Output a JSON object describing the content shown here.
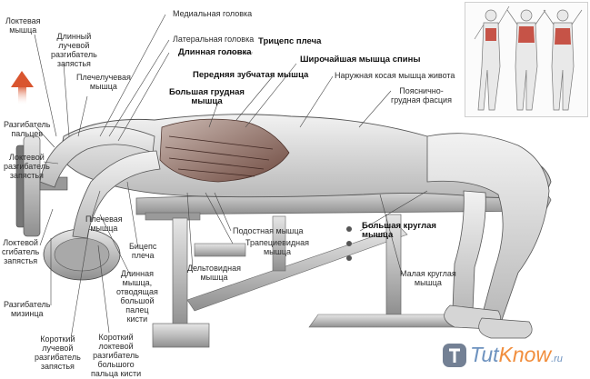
{
  "labels": {
    "medial_head": "Медиальная головка",
    "lateral_head": "Латеральная головка",
    "long_head": "Длинная головка",
    "triceps": "Трицепс плеча",
    "latissimus": "Широчайшая мышца спины",
    "serratus": "Передняя зубчатая мышца",
    "external_oblique": "Наружная косая мышца живота",
    "pectoralis_major": "Большая грудная\nмышца",
    "thoracolumbar_fascia": "Пояснично-\nгрудная фасция",
    "fcu": "Локтевая\nмышца",
    "ecrl": "Длинный\nлучевой\nразгибатель\nзапястья",
    "brachioradialis": "Плечелучевая\nмышца",
    "ext_digitorum": "Разгибатель\nпальцев",
    "ecu": "Локтевой\nразгибатель\nзапястья",
    "brachialis": "Плечевая\nмышца",
    "infraspinatus": "Подостная мышца",
    "teres_major": "Большая круглая\nмышца",
    "trapezius": "Трапециевидная\nмышца",
    "fcu2": "Локтевой\nсгибатель\nзапястья",
    "biceps": "Бицепс\nплеча",
    "deltoid": "Дельтовидная\nмышца",
    "apl": "Длинная\nмышца,\nотводящая\nбольшой\nпалец\nкисти",
    "teres_minor": "Малая круглая\nмышца",
    "edm": "Разгибатель\nмизинца",
    "ecrb": "Короткий\nлучевой\nразгибатель\nзапястья",
    "epb": "Короткий\nлоктевой\nразгибатель\nбольшого\nпальца кисти"
  },
  "watermark": {
    "name_a": "Tut",
    "name_b": "Know",
    "suffix": ".ru"
  },
  "colors": {
    "muscle_highlight": "#b23a2a",
    "arrow": "#d9552f",
    "line": "#444444"
  }
}
